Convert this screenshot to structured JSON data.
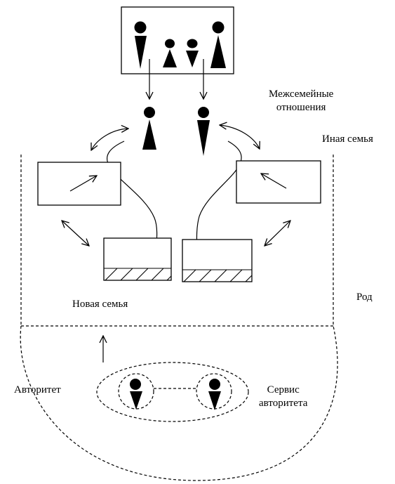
{
  "labels": {
    "intrafamily_relations": [
      "Межсемейные",
      "отношения"
    ],
    "other_family": "Иная семья",
    "new_family": "Новая семья",
    "clan": "Род",
    "authority": "Авторитет",
    "authority_service": [
      "Сервис",
      "авторитета"
    ]
  },
  "colors": {
    "ink": "#000000",
    "paper": "#ffffff"
  },
  "figures": {
    "source_group": [
      "male",
      "female-small",
      "male-small",
      "female"
    ],
    "parents": [
      "female",
      "male"
    ],
    "authority_pair": [
      "male",
      "male"
    ]
  }
}
